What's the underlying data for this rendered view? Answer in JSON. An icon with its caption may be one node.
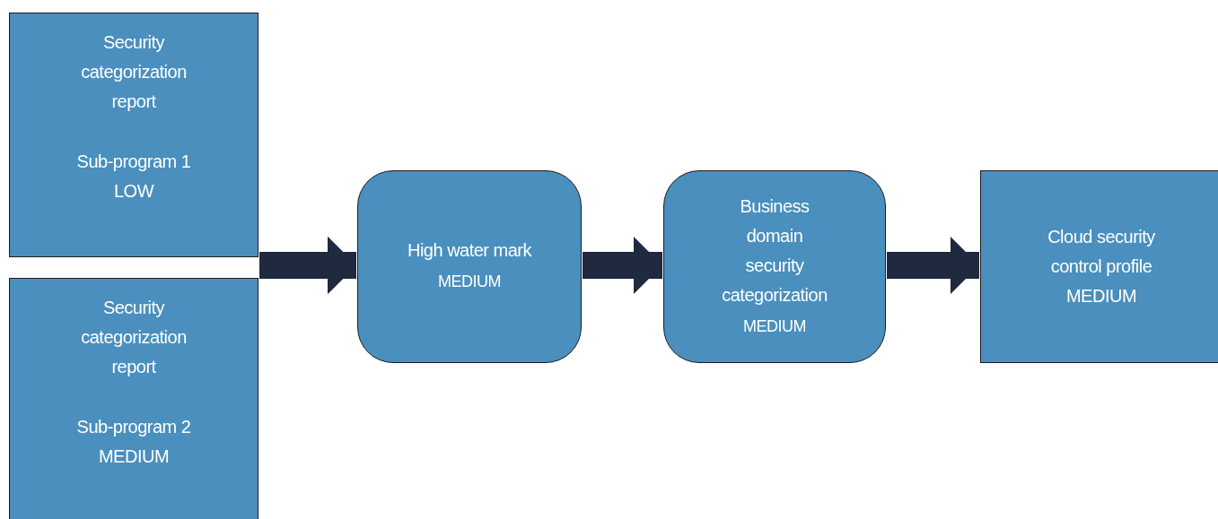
{
  "diagram": {
    "nodes": [
      {
        "text": [
          "Security categorization report",
          "Sub-program 1 LOW"
        ]
      },
      {
        "text": [
          "Security categorization report",
          "Sub-program 2 MEDIUM"
        ]
      },
      {
        "text": [
          "High water mark",
          "MEDIUM"
        ]
      },
      {
        "text": [
          "Business domain security categorization",
          "MEDIUM"
        ]
      },
      {
        "text": [
          "Cloud security control profile MEDIUM"
        ]
      }
    ],
    "edges": [
      {
        "from": 0,
        "to": 2,
        "arrow": "to"
      },
      {
        "from": 1,
        "to": 2,
        "arrow": "to"
      },
      {
        "from": 2,
        "to": 3,
        "arrow": "to"
      },
      {
        "from": 3,
        "to": 4,
        "arrow": "to"
      }
    ]
  }
}
